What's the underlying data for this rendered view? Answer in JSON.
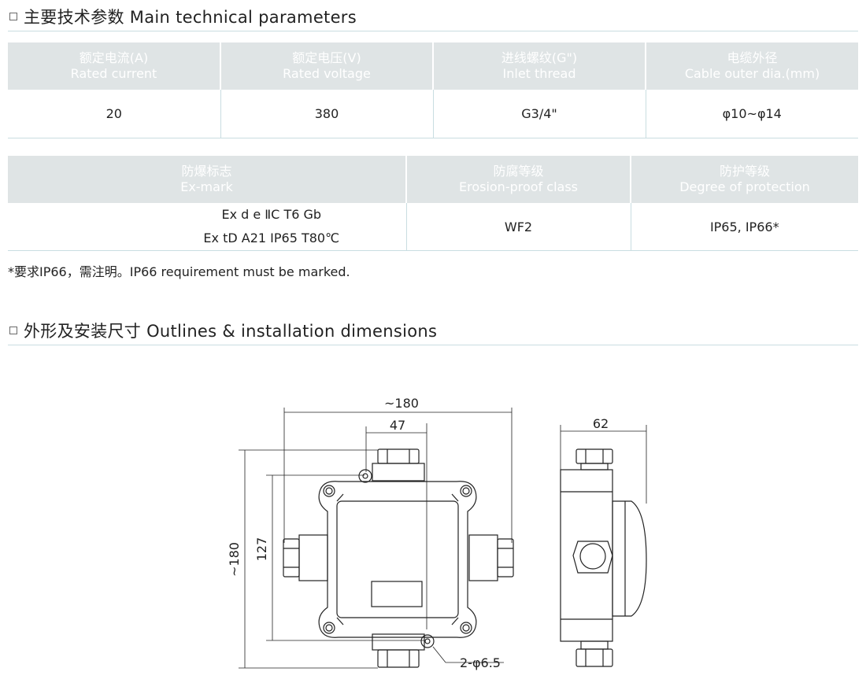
{
  "section1": {
    "title": "主要技术参数 Main technical parameters"
  },
  "table1": {
    "headers": [
      {
        "cn": "额定电流(A)",
        "en": "Rated current"
      },
      {
        "cn": "额定电压(V)",
        "en": "Rated voltage"
      },
      {
        "cn": "进线螺纹(G\")",
        "en": "Inlet thread"
      },
      {
        "cn": "电缆外径",
        "en": "Cable outer dia.(mm)"
      }
    ],
    "row": [
      "20",
      "380",
      "G3/4\"",
      "φ10~φ14"
    ]
  },
  "table2": {
    "headers": [
      {
        "cn": "防爆标志",
        "en": "Ex-mark"
      },
      {
        "cn": "防腐等级",
        "en": "Erosion-proof class"
      },
      {
        "cn": "防护等级",
        "en": "Degree of protection"
      }
    ],
    "exmark": [
      "Ex d e ⅡC T6 Gb",
      "Ex tD A21 IP65 T80℃"
    ],
    "erosion": "WF2",
    "protection": "IP65, IP66*"
  },
  "note": "*要求IP66，需注明。IP66 requirement must be marked.",
  "section2": {
    "title": "外形及安装尺寸 Outlines & installation dimensions"
  },
  "drawing": {
    "dim_width": "~180",
    "dim_47": "47",
    "dim_height": "~180",
    "dim_127": "127",
    "dim_holes": "2-φ6.5",
    "dim_62": "62"
  }
}
